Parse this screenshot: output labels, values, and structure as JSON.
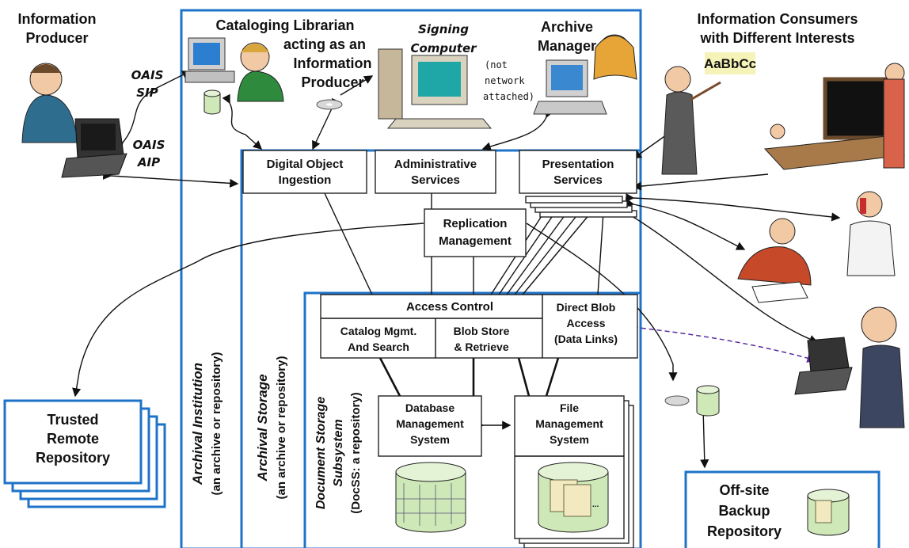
{
  "colors": {
    "container_border": "#1e73c8",
    "dashed_link": "#5b2ca0",
    "screen": "#1fa7a7",
    "cylinder": "#cfe8b8"
  },
  "labels": {
    "info_producer": [
      "Information",
      "Producer"
    ],
    "cataloging": [
      "Cataloging Librarian",
      "acting as an",
      "Information",
      "Producer"
    ],
    "signing_computer": [
      "Signing",
      "Computer"
    ],
    "not_network": [
      "(not",
      "network",
      "attached)"
    ],
    "archive_manager": [
      "Archive",
      "Manager"
    ],
    "consumers": [
      "Information Consumers",
      "with Different Interests"
    ],
    "board_text": "AaBbCc",
    "oais_sip": [
      "OAIS",
      "SIP"
    ],
    "oais_aip": [
      "OAIS",
      "AIP"
    ],
    "digital_object": [
      "Digital Object",
      "Ingestion"
    ],
    "administrative": [
      "Administrative",
      "Services"
    ],
    "presentation": [
      "Presentation",
      "Services"
    ],
    "replication": [
      "Replication",
      "Management"
    ],
    "access_control": "Access Control",
    "direct_blob": [
      "Direct Blob",
      "Access",
      "(Data Links)"
    ],
    "catalog_mgmt": [
      "Catalog Mgmt.",
      "And Search"
    ],
    "blob_store": [
      "Blob Store",
      "& Retrieve"
    ],
    "dbms": [
      "Database",
      "Management",
      "System"
    ],
    "file_mgmt": [
      "File",
      "Management",
      "System"
    ],
    "trusted_remote": [
      "Trusted",
      "Remote",
      "Repository"
    ],
    "offsite": [
      "Off-site",
      "Backup",
      "Repository"
    ],
    "archival_institution": [
      "Archival Institution",
      "(an archive or repository)"
    ],
    "archival_storage": [
      "Archival Storage",
      "(an archive or repository)"
    ],
    "docss": [
      "Document Storage",
      "Subsystem",
      "(DocSS: a repository)"
    ]
  }
}
